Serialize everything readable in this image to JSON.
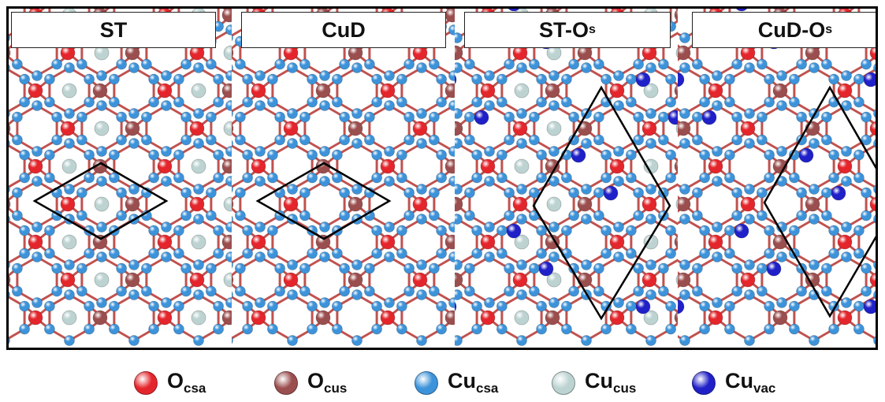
{
  "panels": [
    {
      "title": "ST",
      "title_sub": "",
      "variant": "st"
    },
    {
      "title": "CuD",
      "title_sub": "",
      "variant": "cud"
    },
    {
      "title": "ST-O",
      "title_sub": "s",
      "variant": "st-os"
    },
    {
      "title": "CuD-O",
      "title_sub": "s",
      "variant": "cud-os"
    }
  ],
  "legend": [
    {
      "base": "O",
      "sub": "csa",
      "color": "#e4262c",
      "icon": "o-csa-ball-icon"
    },
    {
      "base": "O",
      "sub": "cus",
      "color": "#9b4e4e",
      "icon": "o-cus-ball-icon"
    },
    {
      "base": "Cu",
      "sub": "csa",
      "color": "#3d93da",
      "icon": "cu-csa-ball-icon"
    },
    {
      "base": "Cu",
      "sub": "cus",
      "color": "#bcd3d2",
      "icon": "cu-cus-ball-icon"
    },
    {
      "base": "Cu",
      "sub": "vac",
      "color": "#2020c8",
      "icon": "cu-vac-ball-icon"
    }
  ],
  "colors": {
    "O_csa": "#e4262c",
    "O_cus": "#9b4e4e",
    "Cu_csa": "#3d93da",
    "Cu_cus": "#bcd3d2",
    "Cu_vac": "#2020c8",
    "cell_outline": "#000000"
  }
}
